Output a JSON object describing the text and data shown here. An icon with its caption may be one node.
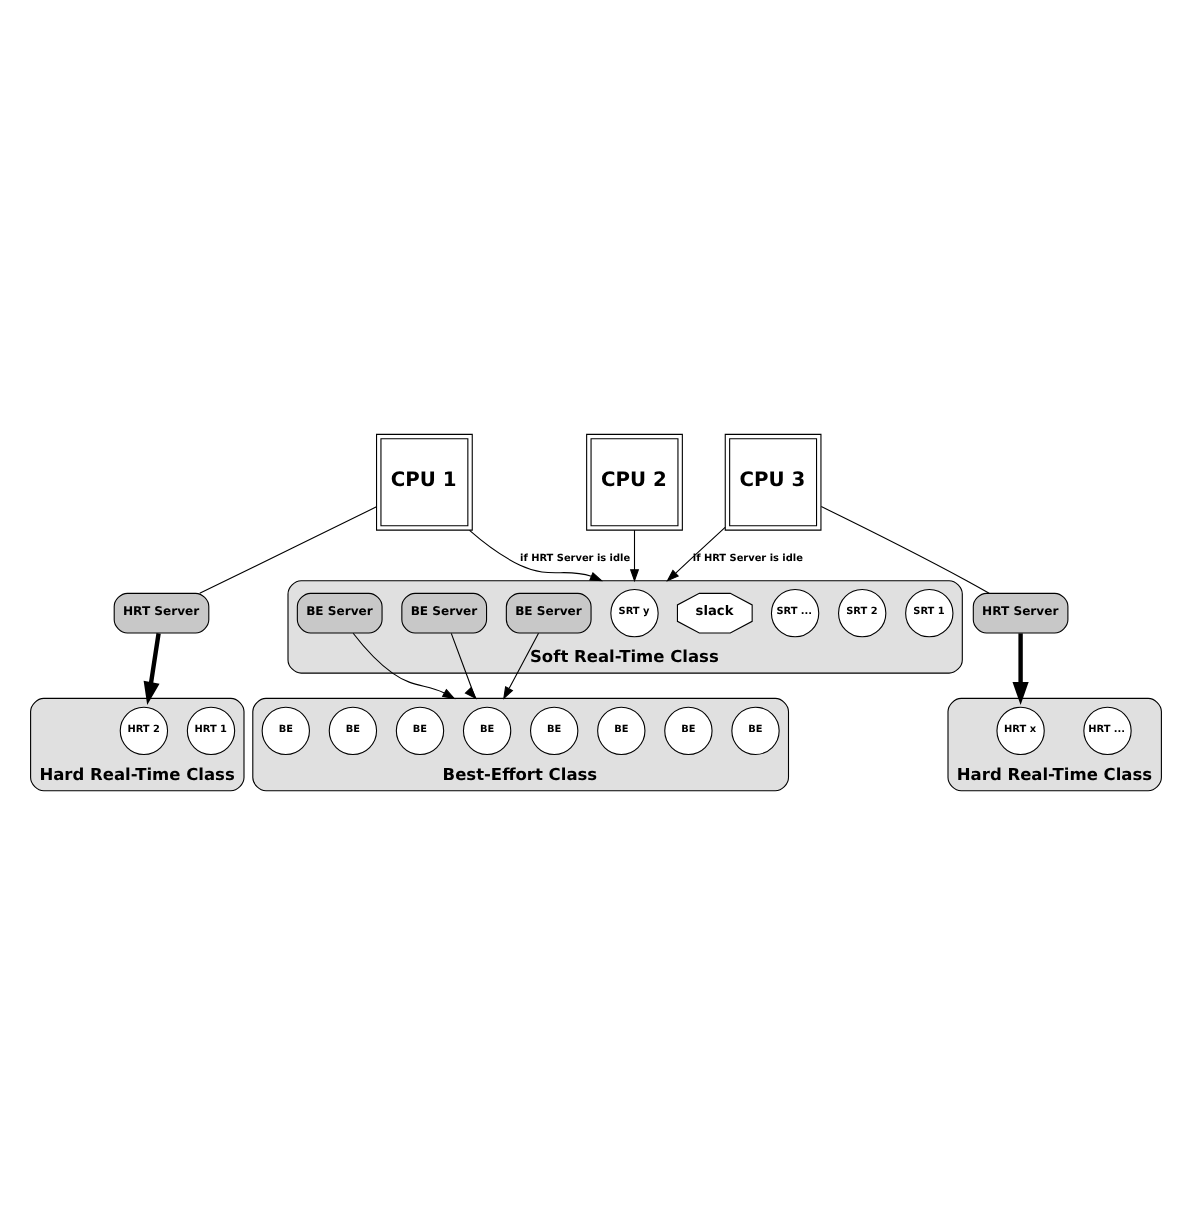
{
  "diagram": {
    "nodes": [
      {
        "text": [
          "CPU 1"
        ]
      },
      {
        "text": [
          "CPU 2"
        ]
      },
      {
        "text": [
          "CPU 3"
        ]
      },
      {
        "text": [
          "HRT Server"
        ]
      },
      {
        "text": [
          "HRT Server"
        ]
      },
      {
        "text": [
          "Hard Real-Time Class"
        ]
      },
      {
        "text": [
          "HRT 1"
        ],
        "in": 5
      },
      {
        "text": [
          "HRT 2"
        ],
        "in": 5
      },
      {
        "text": [
          "Hard Real-Time Class"
        ]
      },
      {
        "text": [
          "HRT ..."
        ],
        "in": 8
      },
      {
        "text": [
          "HRT x"
        ],
        "in": 8
      },
      {
        "text": [
          "Soft Real-Time Class"
        ]
      },
      {
        "text": [
          "SRT 1"
        ],
        "in": 11
      },
      {
        "text": [
          "SRT 2"
        ],
        "in": 11
      },
      {
        "text": [
          "SRT ..."
        ],
        "in": 11
      },
      {
        "text": [
          "slack"
        ],
        "in": 11
      },
      {
        "text": [
          "SRT y"
        ],
        "in": 11
      },
      {
        "text": [
          "BE Server"
        ],
        "in": 11
      },
      {
        "text": [
          "BE Server"
        ],
        "in": 11
      },
      {
        "text": [
          "BE Server"
        ],
        "in": 11
      },
      {
        "text": [
          "Best-Effort Class"
        ]
      },
      {
        "text": [
          "BE"
        ],
        "in": 20
      },
      {
        "text": [
          "BE"
        ],
        "in": 20
      },
      {
        "text": [
          "BE"
        ],
        "in": 20
      },
      {
        "text": [
          "BE"
        ],
        "in": 20
      },
      {
        "text": [
          "BE"
        ],
        "in": 20
      },
      {
        "text": [
          "BE"
        ],
        "in": 20
      },
      {
        "text": [
          "BE"
        ],
        "in": 20
      },
      {
        "text": [
          "BE"
        ],
        "in": 20
      }
    ],
    "edges": [
      {
        "from": 0,
        "to": 3,
        "arrow": "none"
      },
      {
        "from": 3,
        "to": 5,
        "arrow": "to",
        "style": "thick"
      },
      {
        "from": 2,
        "to": 4,
        "arrow": "none"
      },
      {
        "from": 4,
        "to": 8,
        "arrow": "to",
        "style": "thick"
      },
      {
        "from": 0,
        "to": 11,
        "arrow": "to",
        "label": "if HRT Server is idle"
      },
      {
        "from": 1,
        "to": 11,
        "arrow": "to"
      },
      {
        "from": 2,
        "to": 11,
        "arrow": "to",
        "label": "if HRT Server is idle"
      },
      {
        "from": 17,
        "to": 20,
        "arrow": "to"
      },
      {
        "from": 18,
        "to": 20,
        "arrow": "to"
      },
      {
        "from": 19,
        "to": 20,
        "arrow": "to"
      }
    ]
  }
}
